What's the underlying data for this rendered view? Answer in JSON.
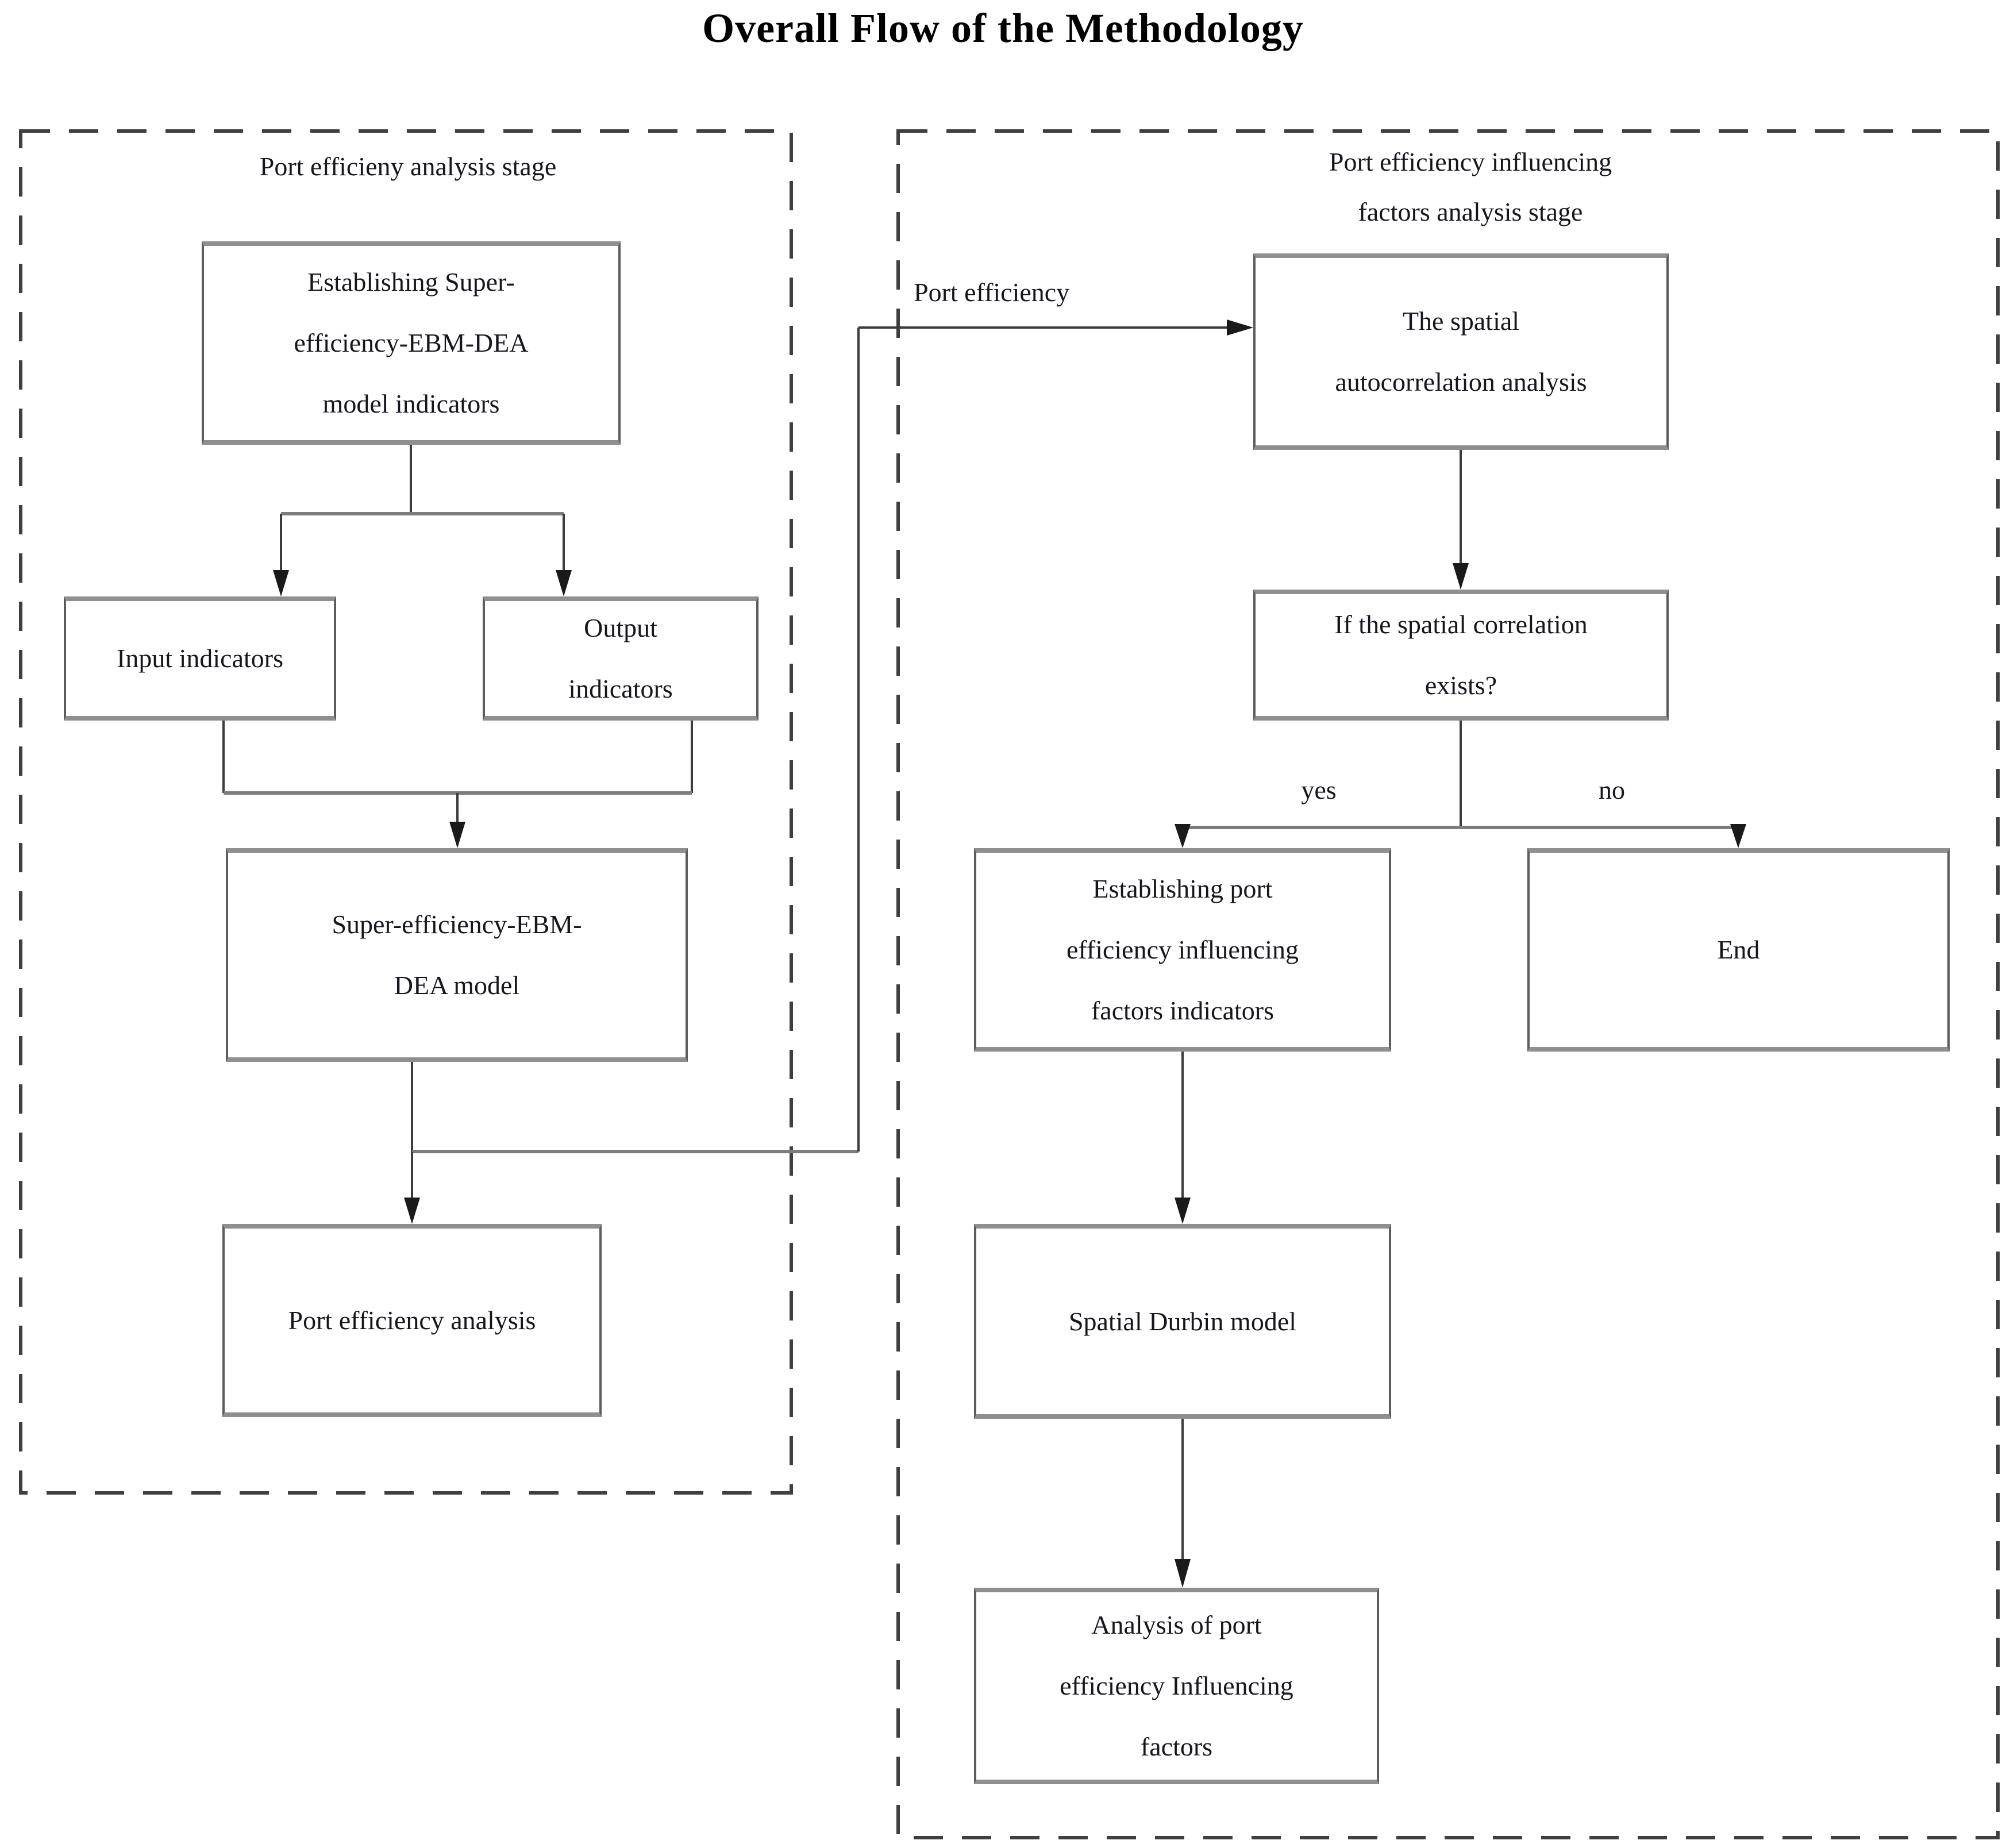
{
  "title": "Overall Flow of the Methodology",
  "colors": {
    "box_border": "#5c5c5c",
    "box_border_light": "#8f8f8f",
    "dash_border": "#3f3f3f",
    "line": "#3c3c3c",
    "text": "#16161e"
  },
  "left_stage": {
    "label": "Port efficieny analysis stage",
    "nodes": {
      "establish_model_indicators": "Establishing Super-\nefficiency-EBM-DEA\nmodel indicators",
      "input_indicators": "Input indicators",
      "output_indicators": "Output\nindicators",
      "super_efficiency_model": "Super-efficiency-EBM-\nDEA model",
      "port_efficiency_analysis": "Port efficiency analysis"
    }
  },
  "right_stage": {
    "label": "Port efficiency influencing\nfactors analysis stage",
    "nodes": {
      "spatial_autocorrelation": "The spatial\nautocorrelation analysis",
      "spatial_correlation_exists": "If the spatial correlation\nexists?",
      "establish_factor_indicators": "Establishing port\nefficiency influencing\nfactors indicators",
      "end": "End",
      "spatial_durbin_model": "Spatial Durbin model",
      "analysis_of_factors": "Analysis of port\nefficiency Influencing\nfactors"
    }
  },
  "edge_labels": {
    "port_efficiency": "Port efficiency",
    "yes": "yes",
    "no": "no"
  }
}
